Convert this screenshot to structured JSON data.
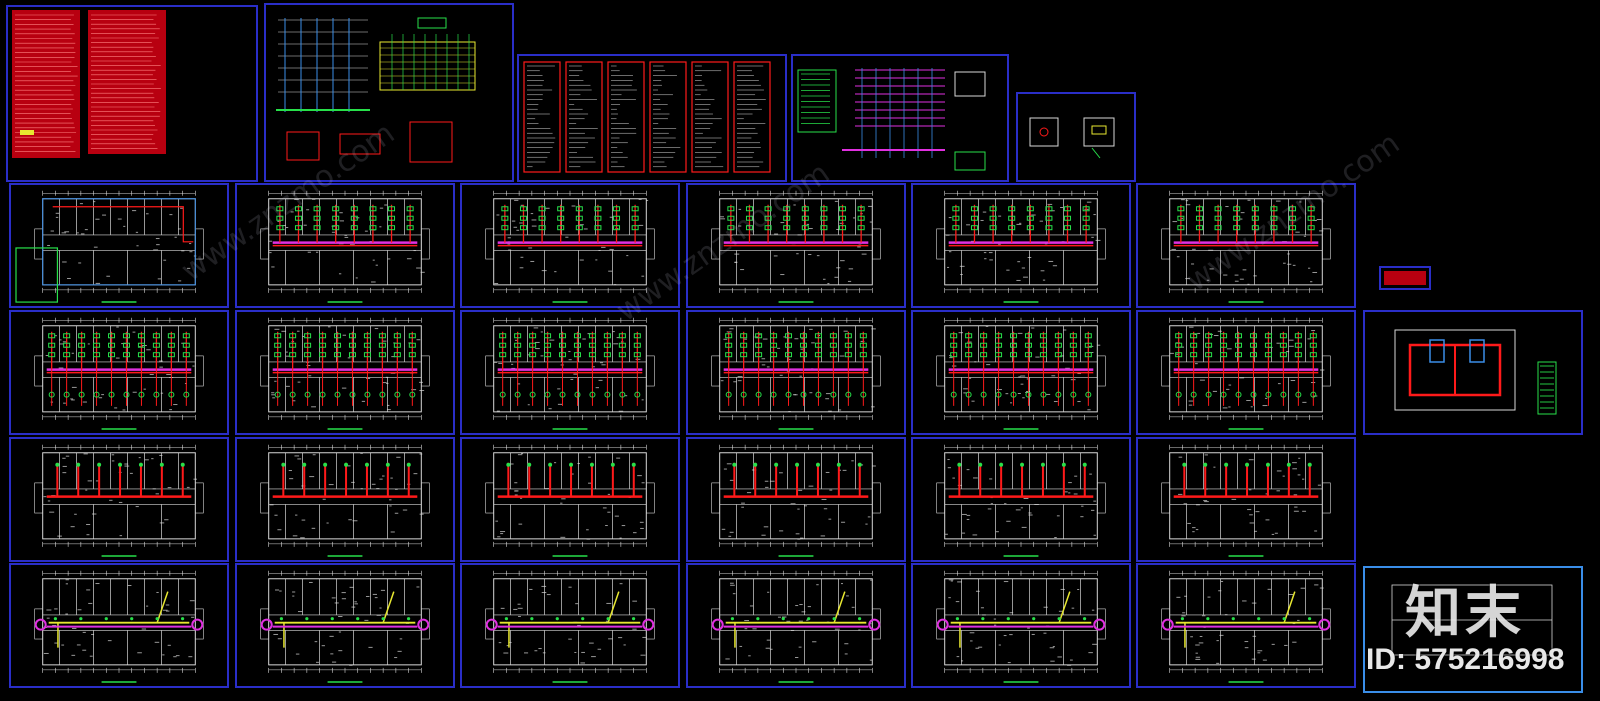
{
  "colors": {
    "background": "#000000",
    "frame_blue": "#2a2ec8",
    "frame_light_blue": "#3a8ee8",
    "wall_white": "#d8d8d8",
    "pipe_red": "#ff1a1a",
    "device_green": "#27e04a",
    "pipe_magenta": "#e030e0",
    "pipe_yellow": "#e8e830",
    "note_red_fill": "#b80010"
  },
  "rows": [
    {
      "kind": "floorplan_row",
      "style": "site_plan",
      "count": 1
    },
    {
      "kind": "floorplan_row",
      "style": "green_red",
      "count": 6
    },
    {
      "kind": "floorplan_row",
      "style": "green_red_dense",
      "count": 6
    },
    {
      "kind": "floorplan_row",
      "style": "red_sparse",
      "count": 6
    },
    {
      "kind": "floorplan_row",
      "style": "yellow_magenta",
      "count": 6
    }
  ],
  "watermark": {
    "brand_cn": "知末",
    "id_label": "ID: 575216998",
    "diagonal_text": "www.znzmo.com"
  }
}
